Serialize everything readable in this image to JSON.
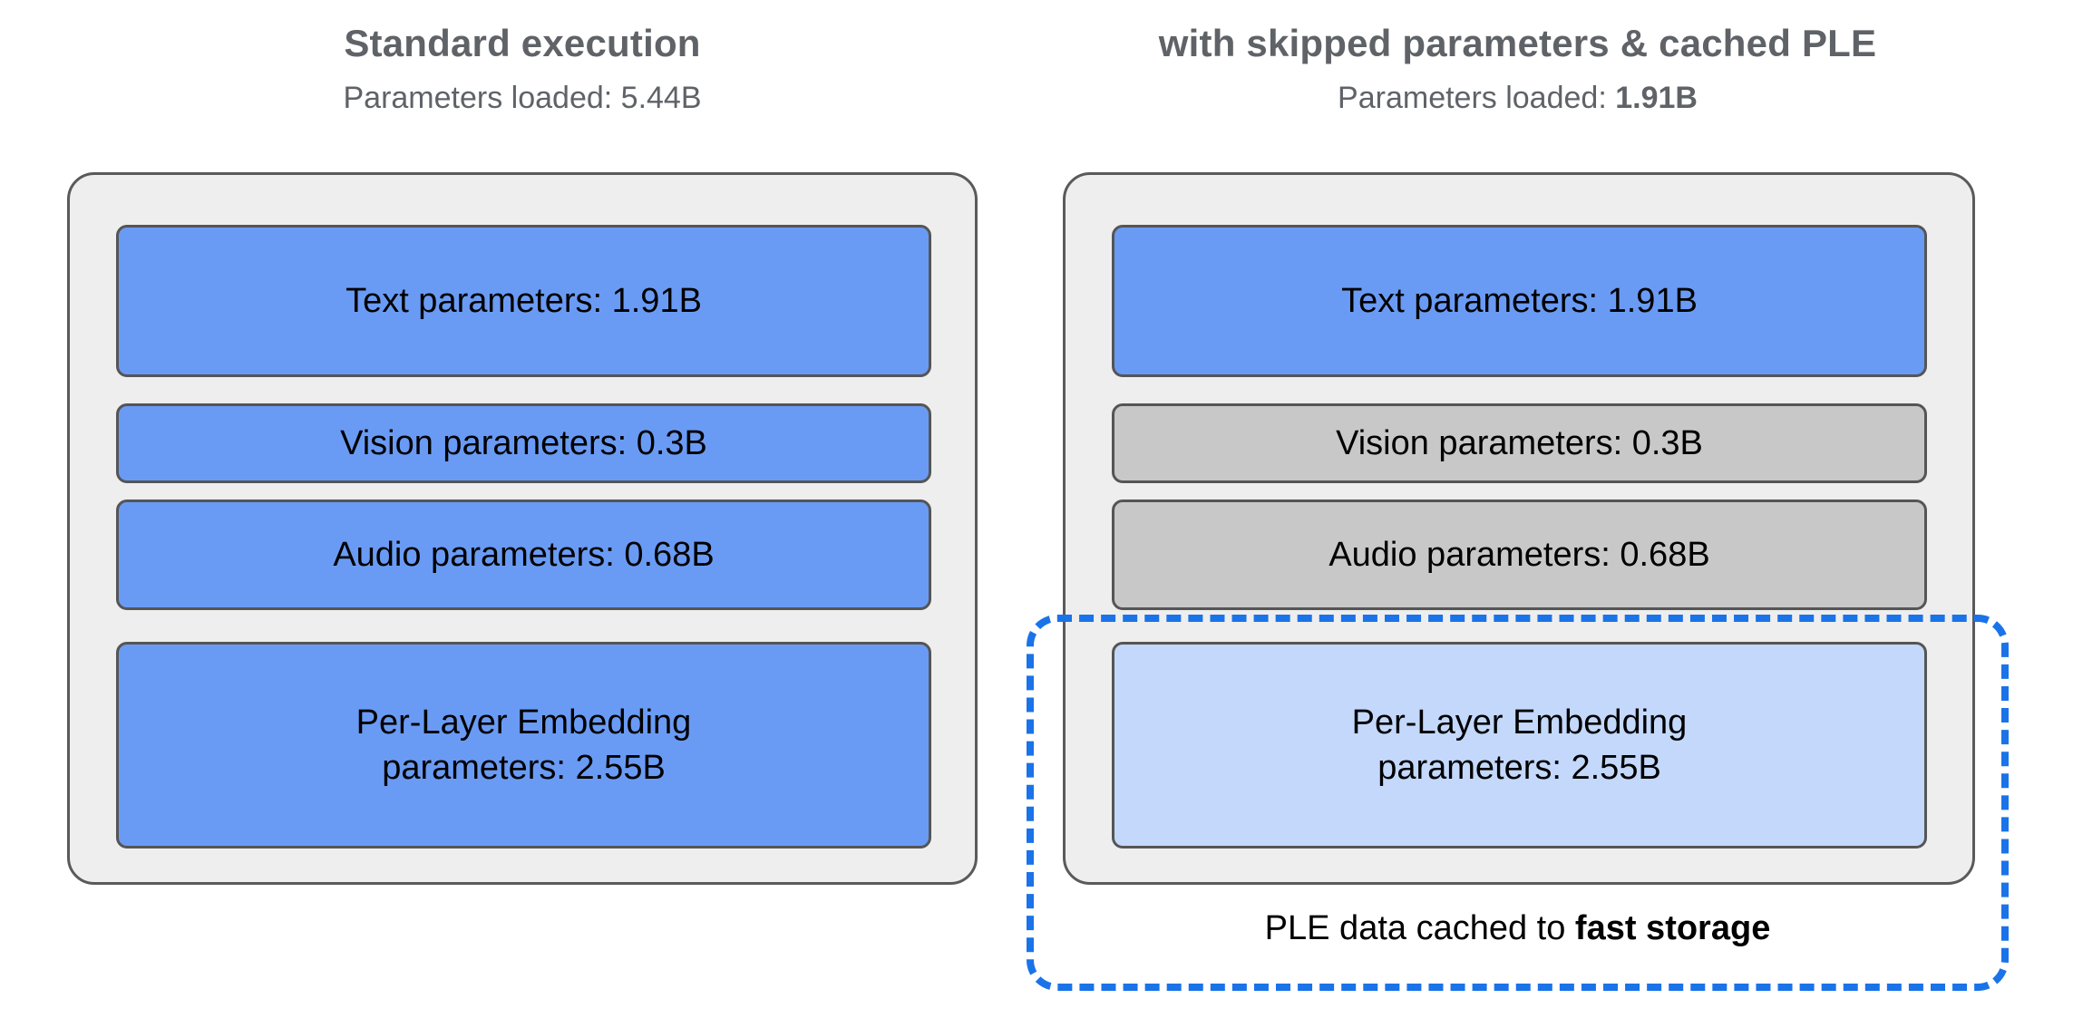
{
  "colors": {
    "accent_blue": "#6a9bf4",
    "cached_blue": "#c3d8fb",
    "skipped_grey": "#c8c8c8",
    "panel_grey": "#eeeeee",
    "dash_blue": "#1a73e8",
    "title_grey": "#5f6368"
  },
  "columns": [
    {
      "id": "standard",
      "title": "Standard execution",
      "subtitle_prefix": "Parameters loaded: ",
      "subtitle_value": "5.44B",
      "subtitle_value_bold": false,
      "boxes": [
        {
          "label": "Text parameters: 1.91B",
          "state": "loaded",
          "fill": "#6a9bf4"
        },
        {
          "label": "Vision parameters: 0.3B",
          "state": "loaded",
          "fill": "#6a9bf4"
        },
        {
          "label": "Audio parameters: 0.68B",
          "state": "loaded",
          "fill": "#6a9bf4"
        },
        {
          "label": "Per-Layer Embedding\nparameters: 2.55B",
          "line1": "Per-Layer Embedding",
          "line2": "parameters: 2.55B",
          "state": "loaded",
          "fill": "#6a9bf4"
        }
      ]
    },
    {
      "id": "optimized",
      "title": "with skipped parameters & cached PLE",
      "subtitle_prefix": "Parameters loaded: ",
      "subtitle_value": "1.91B",
      "subtitle_value_bold": true,
      "boxes": [
        {
          "label": "Text parameters: 1.91B",
          "state": "loaded",
          "fill": "#6a9bf4"
        },
        {
          "label": "Vision parameters: 0.3B",
          "state": "skipped",
          "fill": "#c8c8c8"
        },
        {
          "label": "Audio parameters: 0.68B",
          "state": "skipped",
          "fill": "#c8c8c8"
        },
        {
          "label": "Per-Layer Embedding\nparameters: 2.55B",
          "line1": "Per-Layer Embedding",
          "line2": "parameters: 2.55B",
          "state": "cached",
          "fill": "#c3d8fb"
        }
      ]
    }
  ],
  "cache_region": {
    "caption_prefix": "PLE data cached to ",
    "caption_emphasis": "fast storage"
  }
}
